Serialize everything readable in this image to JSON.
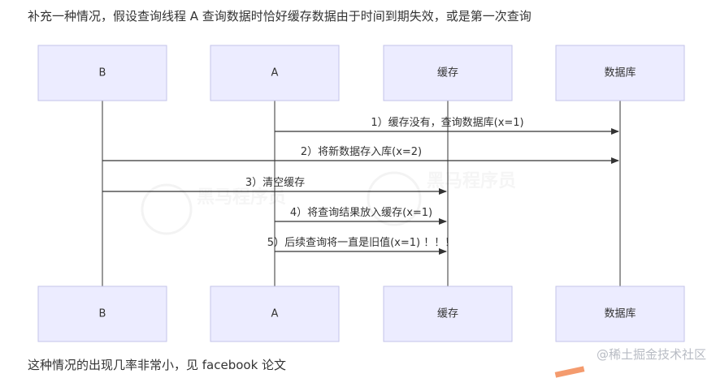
{
  "intro_text": "补充一种情况，假设查询线程 A 查询数据时恰好缓存数据由于时间到期失效，或是第一次查询",
  "outro_text": "这种情况的出现几率非常小，见 facebook 论文",
  "site_watermark": "@稀土掘金技术社区",
  "participants": [
    {
      "id": "B",
      "label": "B"
    },
    {
      "id": "A",
      "label": "A"
    },
    {
      "id": "cache",
      "label": "缓存"
    },
    {
      "id": "db",
      "label": "数据库"
    }
  ],
  "messages": [
    {
      "from": "A",
      "to": "db",
      "label": "1）缓存没有，查询数据库(x=1)"
    },
    {
      "from": "B",
      "to": "db",
      "label": "2）将新数据存入库(x=2)"
    },
    {
      "from": "B",
      "to": "cache",
      "label": "3）清空缓存"
    },
    {
      "from": "A",
      "to": "cache",
      "label": "4）将查询结果放入缓存(x=1)"
    },
    {
      "from": "A",
      "to": "cache",
      "label": "5）后续查询将一直是旧值(x=1)  ！！！"
    }
  ],
  "colors": {
    "box_fill": "#ececff",
    "box_stroke": "#c3c3e8",
    "line": "#333333"
  }
}
